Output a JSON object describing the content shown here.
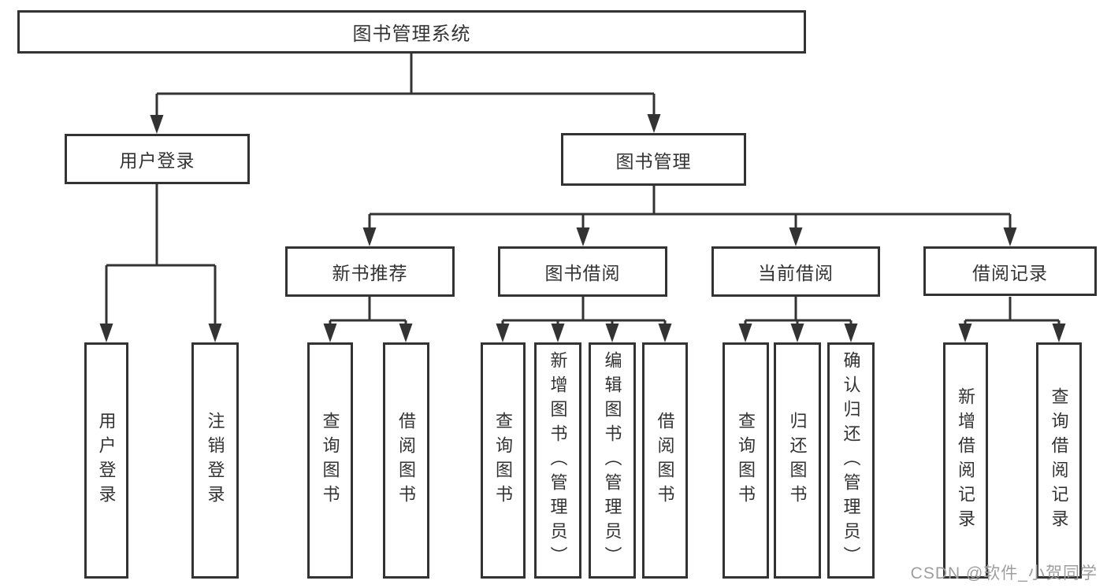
{
  "diagram": {
    "root": {
      "label": "图书管理系统"
    },
    "branches": [
      {
        "label": "用户登录",
        "children": [
          {
            "label": "用户登录"
          },
          {
            "label": "注销登录"
          }
        ]
      },
      {
        "label": "图书管理",
        "children": [
          {
            "label": "新书推荐",
            "children": [
              {
                "label": "查询图书"
              },
              {
                "label": "借阅图书"
              }
            ]
          },
          {
            "label": "图书借阅",
            "children": [
              {
                "label": "查询图书"
              },
              {
                "label": "新增图书（管理员）"
              },
              {
                "label": "编辑图书（管理员）"
              },
              {
                "label": "借阅图书"
              }
            ]
          },
          {
            "label": "当前借阅",
            "children": [
              {
                "label": "查询图书"
              },
              {
                "label": "归还图书"
              },
              {
                "label": "确认归还（管理员）"
              }
            ]
          },
          {
            "label": "借阅记录",
            "children": [
              {
                "label": "新增借阅记录"
              },
              {
                "label": "查询借阅记录"
              }
            ]
          }
        ]
      }
    ]
  },
  "watermark": {
    "text": "CSDN @软件_小贺同学",
    "color": "#9e9e9e"
  },
  "colors": {
    "line": "#333333",
    "box_border": "#333333",
    "box_background": "#ffffff",
    "text": "#333333"
  }
}
